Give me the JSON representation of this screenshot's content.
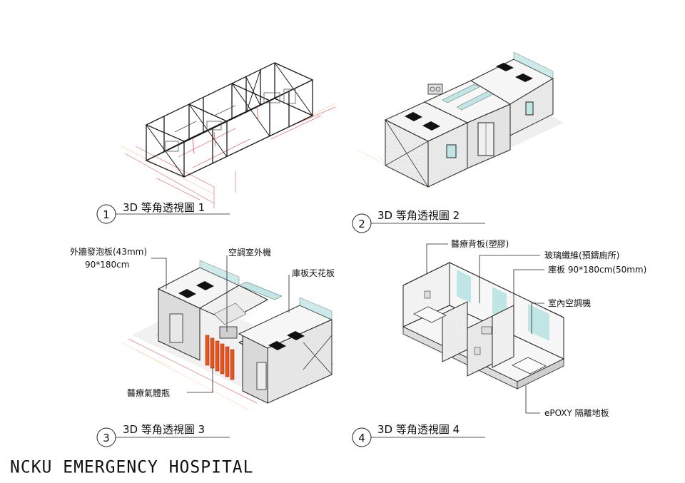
{
  "project_title": "NCKU EMERGENCY HOSPITAL",
  "views": [
    {
      "number": "1",
      "title": "3D 等角透視圖 1"
    },
    {
      "number": "2",
      "title": "3D 等角透視圖 2"
    },
    {
      "number": "3",
      "title": "3D 等角透視圖 3"
    },
    {
      "number": "4",
      "title": "3D 等角透視圖 4"
    }
  ],
  "view3_labels": {
    "exterior_panel_line1": "外牆發泡板(43mm)",
    "exterior_panel_line2": "90*180cm",
    "ac_outdoor": "空調室外機",
    "ceiling_panel": "庫板天花板",
    "gas_cylinder": "醫療氣體瓶"
  },
  "view4_labels": {
    "medical_backboard": "醫療背板(塑膠)",
    "fiberglass": "玻璃纖維(預鑄廁所)",
    "storage_panel": "庫板 90*180cm(50mm)",
    "indoor_ac": "室內空調機",
    "epoxy_floor": "ePOXY 隔離地板"
  },
  "colors": {
    "glass": "#bfe6e4",
    "cylinder": "#e5551f",
    "panel": "#e6e6e6",
    "frame": "#1a1a1a",
    "annotation": "#e05050"
  }
}
